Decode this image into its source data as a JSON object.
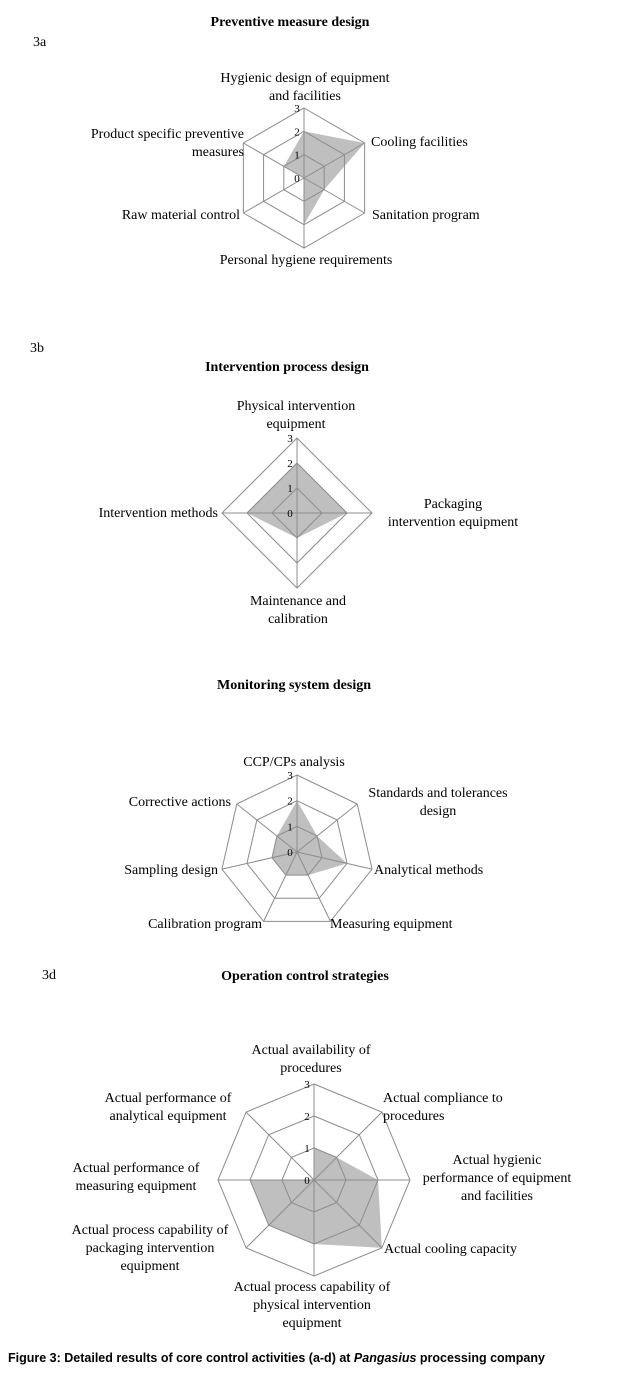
{
  "caption": {
    "prefix": "Figure 3: Detailed results of core control activities (a-d) at ",
    "italic": "Pangasius",
    "suffix": " processing company"
  },
  "chart_data": [
    {
      "type": "radar",
      "panel": "3a",
      "title": "Preventive measure design",
      "categories": [
        "Hygienic design of equipment and facilities",
        "Cooling facilities",
        "Sanitation program",
        "Personal hygiene requirements",
        "Raw material control",
        "Product specific preventive measures"
      ],
      "ticks": [
        "0",
        "1",
        "2",
        "3"
      ],
      "ylim": [
        0,
        3
      ],
      "series": [
        {
          "values": [
            2,
            3,
            1,
            2,
            0,
            1
          ],
          "color": "#bfbfbf"
        }
      ]
    },
    {
      "type": "radar",
      "panel": "3b",
      "title": "Intervention process design",
      "categories": [
        "Physical intervention equipment",
        "Packaging intervention equipment",
        "Maintenance and calibration",
        "Intervention methods"
      ],
      "ticks": [
        "0",
        "1",
        "2",
        "3"
      ],
      "ylim": [
        0,
        3
      ],
      "series": [
        {
          "values": [
            2,
            2,
            1,
            2
          ],
          "color": "#bfbfbf"
        }
      ]
    },
    {
      "type": "radar",
      "panel": "",
      "title": "Monitoring system design",
      "categories": [
        "CCP/CPs analysis",
        "Standards and tolerances design",
        "Analytical methods",
        "Measuring equipment",
        "Calibration program",
        "Sampling design",
        "Corrective actions"
      ],
      "ticks": [
        "0",
        "1",
        "2",
        "3"
      ],
      "ylim": [
        0,
        3
      ],
      "series": [
        {
          "values": [
            2,
            1,
            2,
            1,
            1,
            1,
            1
          ],
          "color": "#bfbfbf"
        }
      ]
    },
    {
      "type": "radar",
      "panel": "3d",
      "title": "Operation control strategies",
      "categories": [
        "Actual availability of procedures",
        "Actual compliance to procedures",
        "Actual hygienic performance of equipment and facilities",
        "Actual cooling capacity",
        "Actual process capability of physical intervention equipment",
        "Actual process capability of packaging intervention equipment",
        "Actual performance of measuring equipment",
        "Actual performance of analytical equipment"
      ],
      "ticks": [
        "0",
        "1",
        "2",
        "3"
      ],
      "ylim": [
        0,
        3
      ],
      "series": [
        {
          "values": [
            1,
            1,
            2,
            3,
            2,
            2,
            2,
            0
          ],
          "color": "#bfbfbf"
        }
      ]
    }
  ]
}
